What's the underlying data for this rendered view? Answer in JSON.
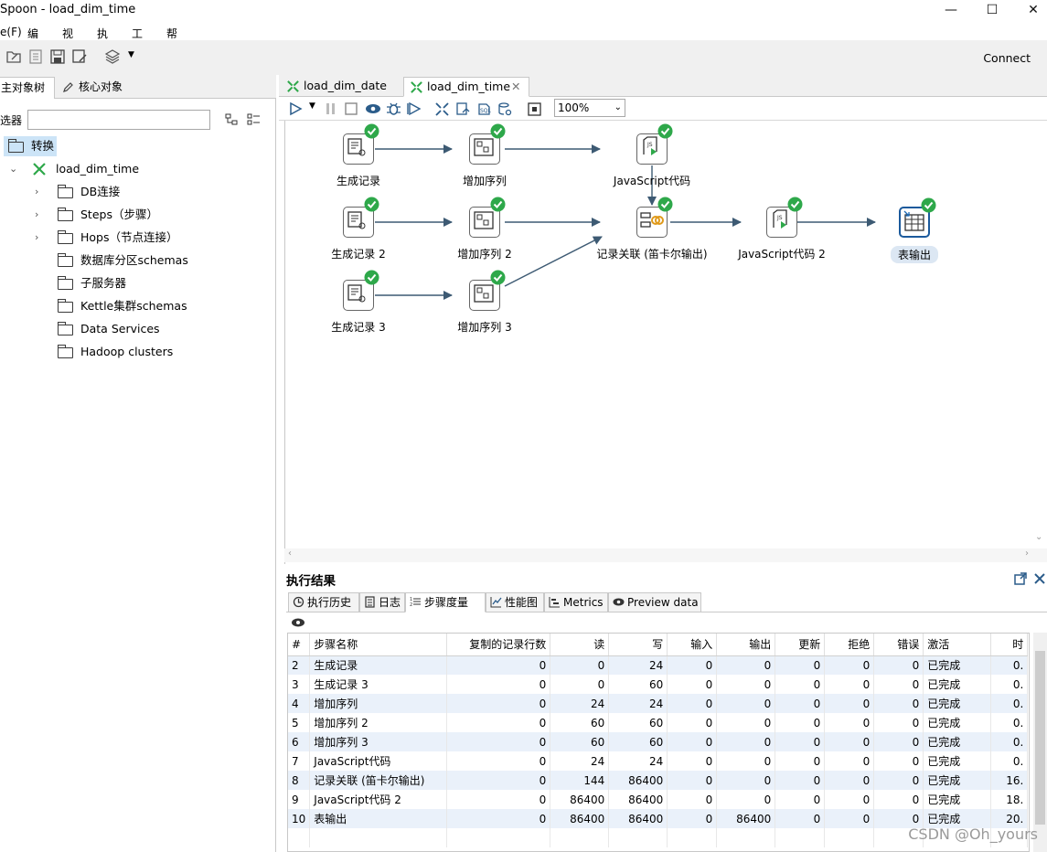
{
  "window": {
    "title": "Spoon - load_dim_time",
    "controls": [
      "—",
      "☐",
      "✕"
    ]
  },
  "menu": [
    "e(F)",
    "编辑",
    "视图",
    "执行",
    "工具",
    "帮助"
  ],
  "toolbar": {
    "connect": "Connect"
  },
  "left": {
    "tabs": [
      "主对象树",
      "核心对象"
    ],
    "filter_label": "选器",
    "tree": {
      "root": "转换",
      "trans": "load_dim_time",
      "items": [
        "DB连接",
        "Steps（步骤）",
        "Hops（节点连接）",
        "数据库分区schemas",
        "子服务器",
        "Kettle集群schemas",
        "Data Services",
        "Hadoop clusters"
      ]
    }
  },
  "editor": {
    "tabs": [
      "load_dim_date",
      "load_dim_time"
    ],
    "zoom": "100%",
    "nodes": [
      {
        "id": "gen1",
        "label": "生成记录",
        "type": "generate"
      },
      {
        "id": "seq1",
        "label": "增加序列",
        "type": "sequence"
      },
      {
        "id": "js1",
        "label": "JavaScript代码",
        "type": "javascript"
      },
      {
        "id": "gen2",
        "label": "生成记录 2",
        "type": "generate"
      },
      {
        "id": "seq2",
        "label": "增加序列 2",
        "type": "sequence"
      },
      {
        "id": "join",
        "label": "记录关联 (笛卡尔输出)",
        "type": "join"
      },
      {
        "id": "js2",
        "label": "JavaScript代码 2",
        "type": "javascript"
      },
      {
        "id": "out",
        "label": "表输出",
        "type": "tableoutput"
      },
      {
        "id": "gen3",
        "label": "生成记录 3",
        "type": "generate"
      },
      {
        "id": "seq3",
        "label": "增加序列 3",
        "type": "sequence"
      }
    ]
  },
  "results": {
    "title": "执行结果",
    "tabs": [
      "执行历史",
      "日志",
      "步骤度量",
      "性能图",
      "Metrics",
      "Preview data"
    ],
    "columns": [
      "#",
      "步骤名称",
      "复制的记录行数",
      "读",
      "写",
      "输入",
      "输出",
      "更新",
      "拒绝",
      "错误",
      "激活",
      "时"
    ],
    "rows": [
      [
        "2",
        "生成记录",
        "0",
        "0",
        "24",
        "0",
        "0",
        "0",
        "0",
        "0",
        "已完成",
        "0."
      ],
      [
        "3",
        "生成记录 3",
        "0",
        "0",
        "60",
        "0",
        "0",
        "0",
        "0",
        "0",
        "已完成",
        "0."
      ],
      [
        "4",
        "增加序列",
        "0",
        "24",
        "24",
        "0",
        "0",
        "0",
        "0",
        "0",
        "已完成",
        "0."
      ],
      [
        "5",
        "增加序列 2",
        "0",
        "60",
        "60",
        "0",
        "0",
        "0",
        "0",
        "0",
        "已完成",
        "0."
      ],
      [
        "6",
        "增加序列 3",
        "0",
        "60",
        "60",
        "0",
        "0",
        "0",
        "0",
        "0",
        "已完成",
        "0."
      ],
      [
        "7",
        "JavaScript代码",
        "0",
        "24",
        "24",
        "0",
        "0",
        "0",
        "0",
        "0",
        "已完成",
        "0."
      ],
      [
        "8",
        "记录关联 (笛卡尔输出)",
        "0",
        "144",
        "86400",
        "0",
        "0",
        "0",
        "0",
        "0",
        "已完成",
        "16."
      ],
      [
        "9",
        "JavaScript代码 2",
        "0",
        "86400",
        "86400",
        "0",
        "0",
        "0",
        "0",
        "0",
        "已完成",
        "18."
      ],
      [
        "10",
        "表输出",
        "0",
        "86400",
        "86400",
        "0",
        "86400",
        "0",
        "0",
        "0",
        "已完成",
        "20."
      ]
    ]
  },
  "watermark": "CSDN @Oh_yours"
}
